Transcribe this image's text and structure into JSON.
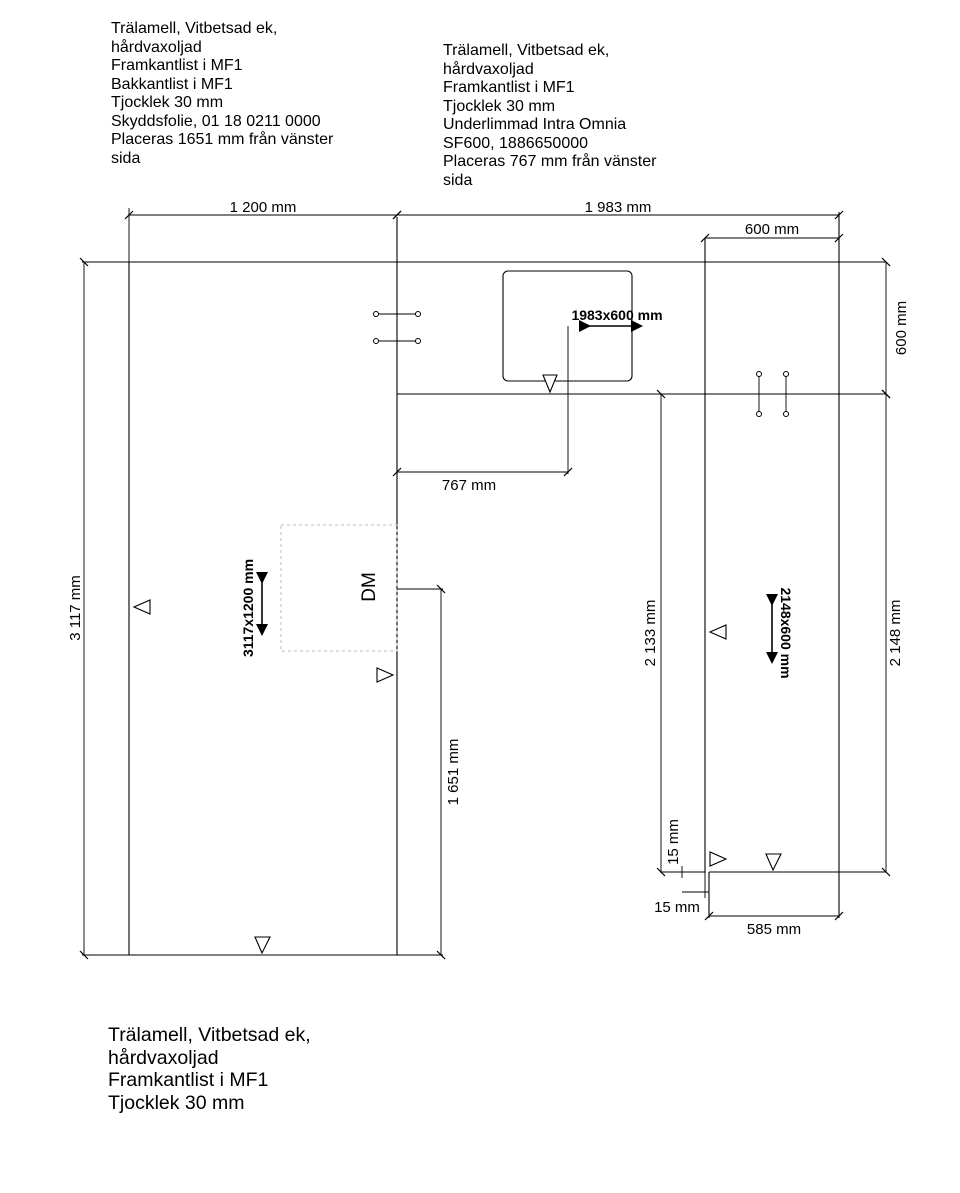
{
  "notes": {
    "left_top": [
      "Trälamell, Vitbetsad ek,",
      "hårdvaxoljad",
      "Framkantlist i MF1",
      "Bakkantlist i MF1",
      "Tjocklek 30 mm",
      "Skyddsfolie, 01 18 0211 0000",
      "Placeras 1651 mm från vänster",
      "sida"
    ],
    "right_top": [
      "Trälamell, Vitbetsad ek,",
      "hårdvaxoljad",
      "Framkantlist i MF1",
      "Tjocklek 30 mm",
      "Underlimmad Intra Omnia",
      "SF600, 1886650000",
      "Placeras 767 mm från vänster",
      "sida"
    ],
    "bottom": [
      "Trälamell, Vitbetsad ek,",
      "hårdvaxoljad",
      "Framkantlist i MF1",
      "Tjocklek 30 mm"
    ]
  },
  "dimensions": {
    "top_left_width": "1 200 mm",
    "top_right_width": "1 983 mm",
    "right_depth_top": "600 mm",
    "right_depth_side": "600 mm",
    "total_height": "3 117 mm",
    "sink_offset": "767 mm",
    "sink_size": "1983x600 mm",
    "hob_offset": "1 651 mm",
    "left_size": "3117x1200 mm",
    "right_inner_height": "2 133 mm",
    "right_size": "2148x600 mm",
    "right_outer_height": "2 148 mm",
    "edge_vertical": "15 mm",
    "edge_horizontal": "15 mm",
    "right_bottom_width": "585 mm",
    "dm_label": "DM"
  }
}
